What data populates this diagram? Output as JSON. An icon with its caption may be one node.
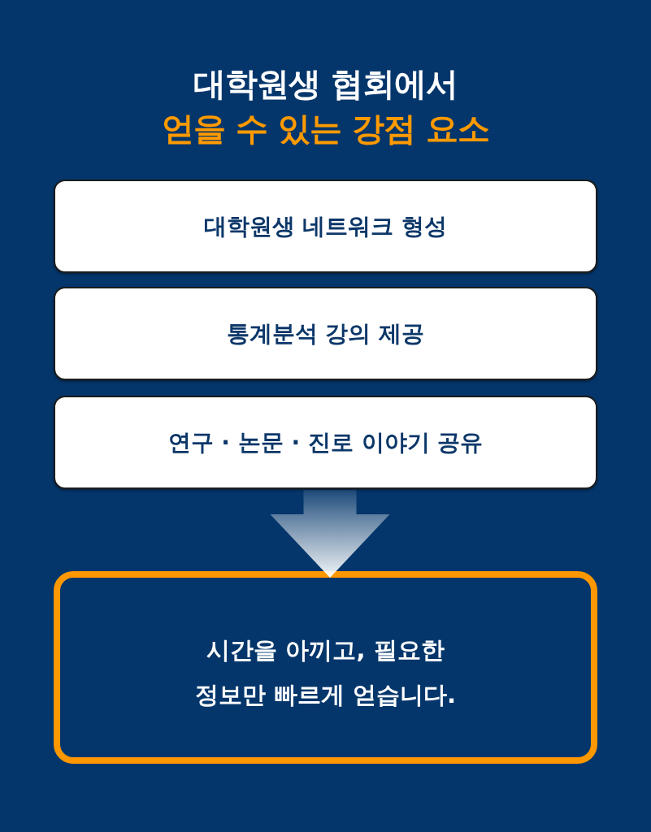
{
  "diagram": {
    "title": "대학원생 협회에서",
    "nodes": [
      {
        "text": [
          "대학원생 네트워크 형성"
        ]
      },
      {
        "text": [
          "통계분석 강의 제공"
        ]
      },
      {
        "text": [
          "연구 · 논문 · 진로 이야기 공유"
        ]
      },
      {
        "text": [
          "시간을 아끼고, 필요한 정보만 빠르게 얻습니다."
        ]
      }
    ],
    "edges": [
      {
        "from": 2,
        "to": 3,
        "arrow": "to"
      }
    ],
    "labels": [
      "얻을 수 있는 강점 요소"
    ]
  }
}
